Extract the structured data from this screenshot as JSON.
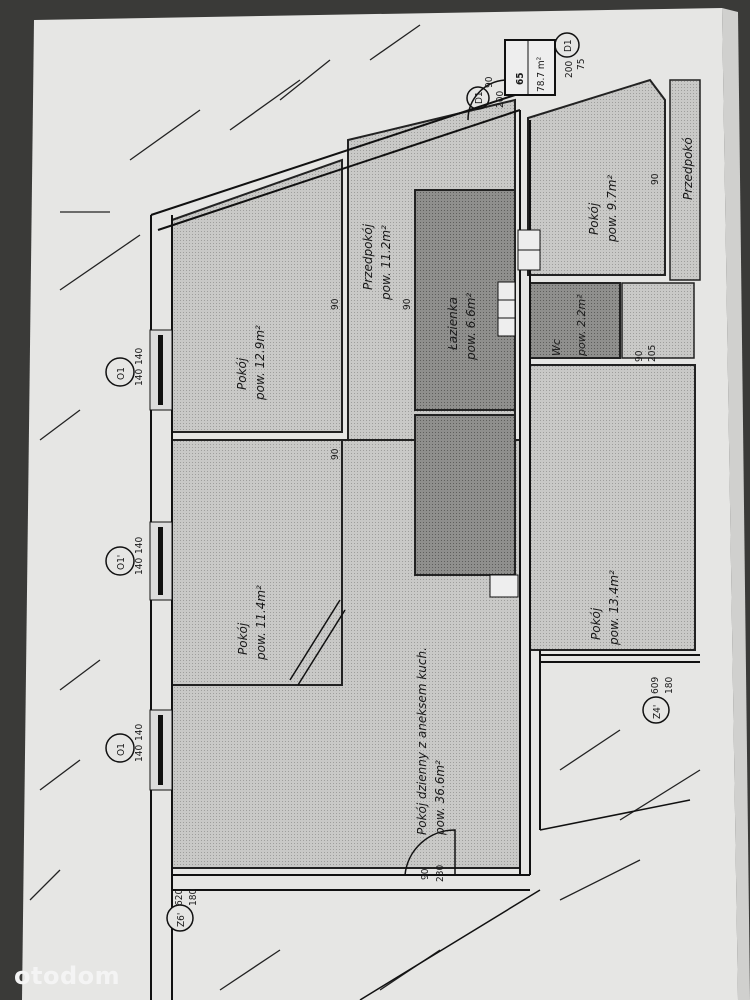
{
  "rooms": [
    {
      "name": "Pokój",
      "area": "pow. 12.9m²"
    },
    {
      "name": "Przedpokój",
      "area": "pow. 11.2m²"
    },
    {
      "name": "Łazienka",
      "area": "pow. 6.6m²"
    },
    {
      "name": "Pokój",
      "area": "pow. 9.7m²"
    },
    {
      "name": "Wc",
      "area": "pow. 2.2m²"
    },
    {
      "name": "Pokój",
      "area": "pow. 11.4m²"
    },
    {
      "name": "Pokój dzienny z aneksem kuch.",
      "area": "pow. 36.6m²"
    },
    {
      "name": "Pokój",
      "area": "pow. 13.4m²"
    },
    {
      "name": "Przedpokó",
      "area": ""
    }
  ],
  "apartment": {
    "number": "65",
    "area": "78.7 m²"
  },
  "windows": [
    {
      "tag": "O1",
      "dims": [
        "140",
        "140"
      ]
    },
    {
      "tag": "O1'",
      "dims": [
        "140",
        "140"
      ]
    },
    {
      "tag": "O1",
      "dims": [
        "140",
        "140"
      ]
    }
  ],
  "doors": [
    {
      "tag": "Z6'",
      "dims": [
        "620",
        "180"
      ]
    },
    {
      "tag": "Z4'",
      "dims": [
        "609",
        "180"
      ]
    },
    {
      "tag": "D1",
      "dims": [
        "200",
        "75"
      ]
    },
    {
      "tag": "D1",
      "dims": [
        "90",
        "200"
      ]
    }
  ],
  "door_dims": {
    "entry": [
      "90",
      "230"
    ],
    "wc": [
      "90",
      "205"
    ],
    "inner": "90"
  },
  "watermark": "otodom"
}
